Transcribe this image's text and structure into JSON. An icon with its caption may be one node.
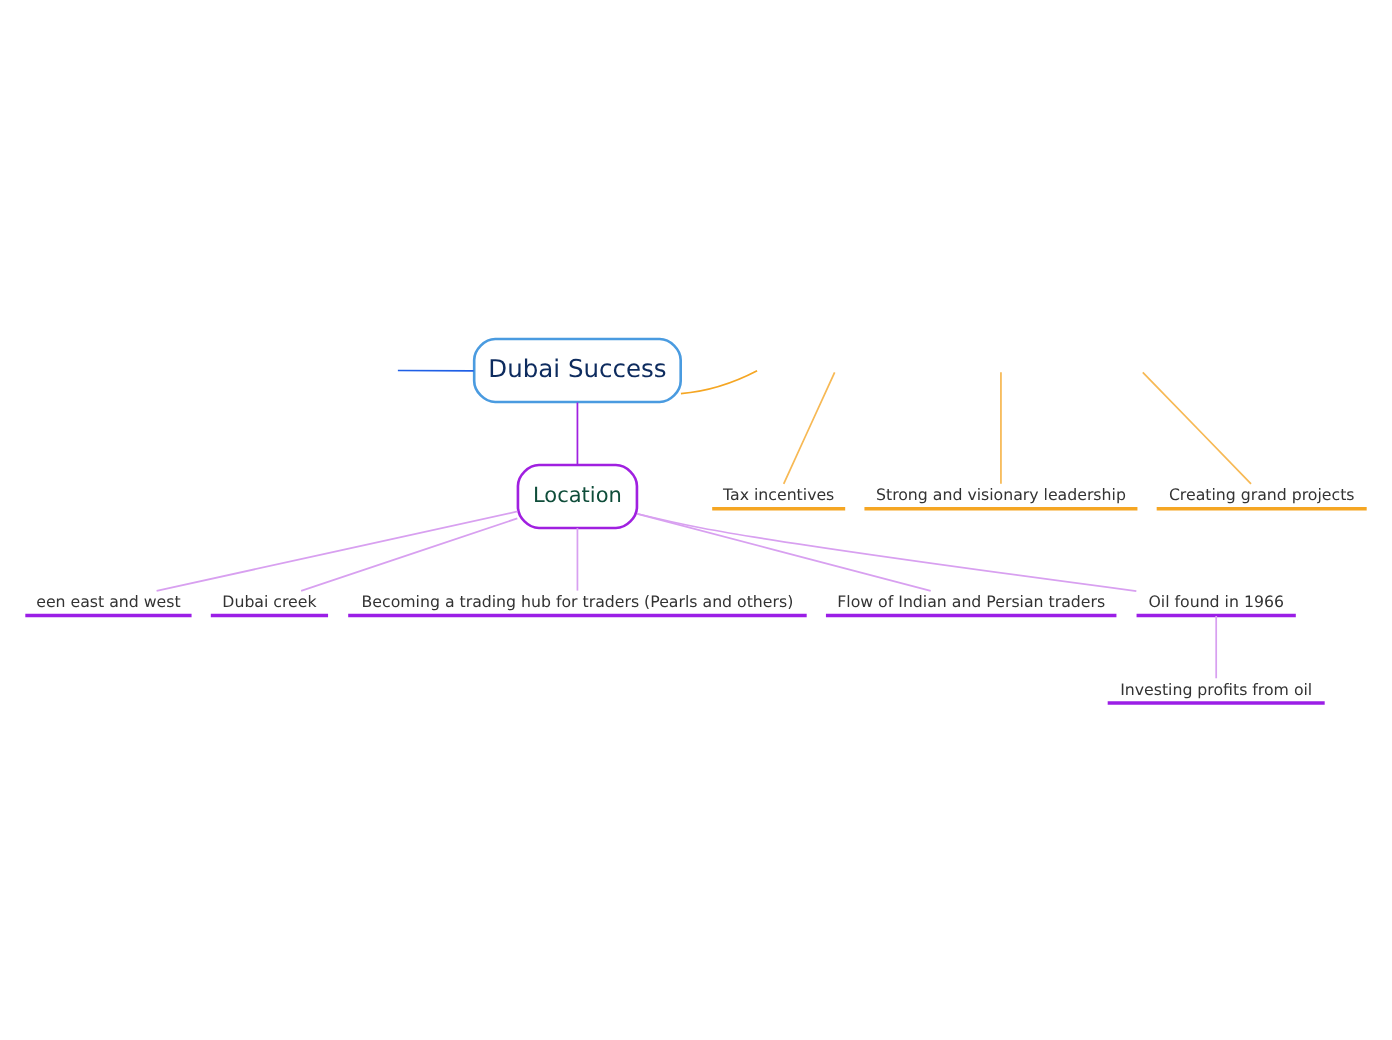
{
  "diagram": {
    "nodes": [
      {
        "text": [
          "Dubai Success"
        ]
      },
      {
        "text": [
          "Location"
        ]
      },
      {
        "text": [
          "een east and west"
        ]
      },
      {
        "text": [
          "Dubai creek"
        ]
      },
      {
        "text": [
          "Becoming a trading hub for traders (Pearls and others)"
        ]
      },
      {
        "text": [
          "Flow of Indian and Persian traders"
        ]
      },
      {
        "text": [
          "Oil found in 1966"
        ]
      },
      {
        "text": [
          "Investing profits from oil"
        ]
      },
      {
        "text": [
          "Tax incentives"
        ]
      },
      {
        "text": [
          "Strong and visionary leadership"
        ]
      },
      {
        "text": [
          "Creating grand projects"
        ]
      }
    ],
    "edges": [
      {
        "from": 0,
        "to": null,
        "arrow": "none",
        "color": "#f5a623"
      },
      {
        "from": 0,
        "to": null,
        "arrow": "none",
        "color": "#1f5fe6"
      },
      {
        "from": 0,
        "to": 1,
        "arrow": "none",
        "color": "#a020e0"
      },
      {
        "from": 1,
        "to": 2,
        "arrow": "none",
        "color": "#d8a0f0"
      },
      {
        "from": 1,
        "to": 3,
        "arrow": "none",
        "color": "#d8a0f0"
      },
      {
        "from": 1,
        "to": 4,
        "arrow": "none",
        "color": "#d8a0f0"
      },
      {
        "from": 1,
        "to": 5,
        "arrow": "none",
        "color": "#d8a0f0"
      },
      {
        "from": 1,
        "to": 6,
        "arrow": "none",
        "color": "#d8a0f0"
      },
      {
        "from": 6,
        "to": 7,
        "arrow": "none",
        "color": "#d8a0f0"
      },
      {
        "from": null,
        "to": 8,
        "arrow": "none",
        "color": "#f7b955"
      },
      {
        "from": null,
        "to": 9,
        "arrow": "none",
        "color": "#f7b955"
      },
      {
        "from": null,
        "to": 10,
        "arrow": "none",
        "color": "#f7b955"
      }
    ]
  }
}
